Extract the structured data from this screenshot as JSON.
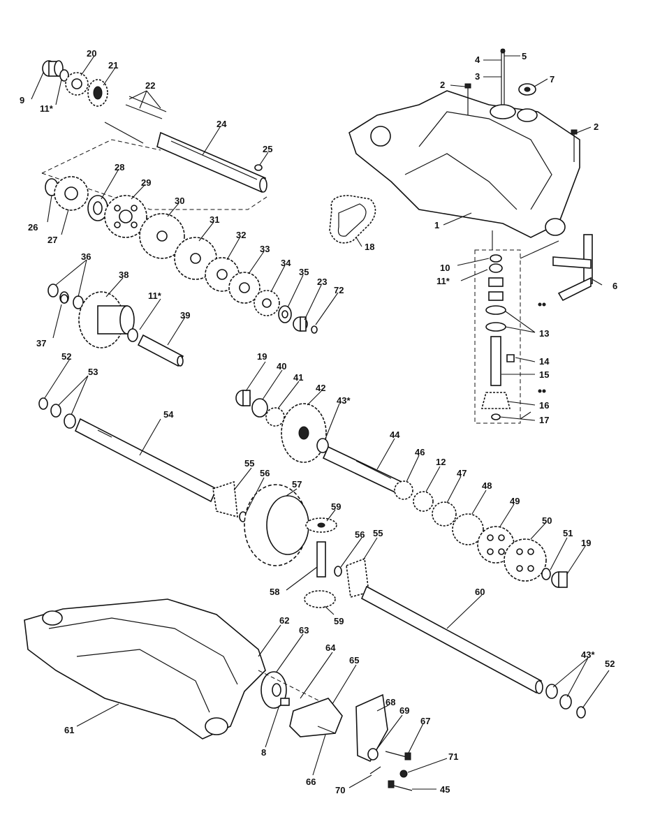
{
  "callouts": [
    {
      "id": "c9",
      "text": "9"
    },
    {
      "id": "c20",
      "text": "20"
    },
    {
      "id": "c21",
      "text": "21"
    },
    {
      "id": "c11a",
      "text": "11*"
    },
    {
      "id": "c22",
      "text": "22"
    },
    {
      "id": "c24",
      "text": "24"
    },
    {
      "id": "c25",
      "text": "25"
    },
    {
      "id": "c26",
      "text": "26"
    },
    {
      "id": "c27",
      "text": "27"
    },
    {
      "id": "c28",
      "text": "28"
    },
    {
      "id": "c29",
      "text": "29"
    },
    {
      "id": "c30",
      "text": "30"
    },
    {
      "id": "c31",
      "text": "31"
    },
    {
      "id": "c32",
      "text": "32"
    },
    {
      "id": "c33",
      "text": "33"
    },
    {
      "id": "c34",
      "text": "34"
    },
    {
      "id": "c35",
      "text": "35"
    },
    {
      "id": "c23",
      "text": "23"
    },
    {
      "id": "c72",
      "text": "72"
    },
    {
      "id": "c36",
      "text": "36"
    },
    {
      "id": "c38",
      "text": "38"
    },
    {
      "id": "c37",
      "text": "37"
    },
    {
      "id": "c11b",
      "text": "11*"
    },
    {
      "id": "c39",
      "text": "39"
    },
    {
      "id": "c18a",
      "text": "18"
    },
    {
      "id": "c4",
      "text": "4"
    },
    {
      "id": "c5",
      "text": "5"
    },
    {
      "id": "c3",
      "text": "3"
    },
    {
      "id": "c2a",
      "text": "2"
    },
    {
      "id": "c7",
      "text": "7"
    },
    {
      "id": "c2b",
      "text": "2"
    },
    {
      "id": "c1",
      "text": "1"
    },
    {
      "id": "c10",
      "text": "10"
    },
    {
      "id": "c11c",
      "text": "11*"
    },
    {
      "id": "c6",
      "text": "6"
    },
    {
      "id": "c13",
      "text": "13"
    },
    {
      "id": "c14",
      "text": "14"
    },
    {
      "id": "c15",
      "text": "15"
    },
    {
      "id": "c16",
      "text": "16"
    },
    {
      "id": "c17",
      "text": "17"
    },
    {
      "id": "c52a",
      "text": "52"
    },
    {
      "id": "c53",
      "text": "53"
    },
    {
      "id": "c54",
      "text": "54"
    },
    {
      "id": "c19a",
      "text": "19"
    },
    {
      "id": "c40",
      "text": "40"
    },
    {
      "id": "c41",
      "text": "41"
    },
    {
      "id": "c42",
      "text": "42"
    },
    {
      "id": "c43a",
      "text": "43*"
    },
    {
      "id": "c44",
      "text": "44"
    },
    {
      "id": "c46",
      "text": "46"
    },
    {
      "id": "c12",
      "text": "12"
    },
    {
      "id": "c47",
      "text": "47"
    },
    {
      "id": "c48",
      "text": "48"
    },
    {
      "id": "c49",
      "text": "49"
    },
    {
      "id": "c50",
      "text": "50"
    },
    {
      "id": "c51",
      "text": "51"
    },
    {
      "id": "c19b",
      "text": "19"
    },
    {
      "id": "c55a",
      "text": "55"
    },
    {
      "id": "c56a",
      "text": "56"
    },
    {
      "id": "c57",
      "text": "57"
    },
    {
      "id": "c59a",
      "text": "59"
    },
    {
      "id": "c56b",
      "text": "56"
    },
    {
      "id": "c55b",
      "text": "55"
    },
    {
      "id": "c58",
      "text": "58"
    },
    {
      "id": "c59b",
      "text": "59"
    },
    {
      "id": "c60",
      "text": "60"
    },
    {
      "id": "c43b",
      "text": "43*"
    },
    {
      "id": "c52b",
      "text": "52"
    },
    {
      "id": "c62",
      "text": "62"
    },
    {
      "id": "c63",
      "text": "63"
    },
    {
      "id": "c64",
      "text": "64"
    },
    {
      "id": "c65",
      "text": "65"
    },
    {
      "id": "c68",
      "text": "68"
    },
    {
      "id": "c69",
      "text": "69"
    },
    {
      "id": "c67",
      "text": "67"
    },
    {
      "id": "c71",
      "text": "71"
    },
    {
      "id": "c61",
      "text": "61"
    },
    {
      "id": "c8",
      "text": "8"
    },
    {
      "id": "c66",
      "text": "66"
    },
    {
      "id": "c70",
      "text": "70"
    },
    {
      "id": "c45",
      "text": "45"
    }
  ]
}
